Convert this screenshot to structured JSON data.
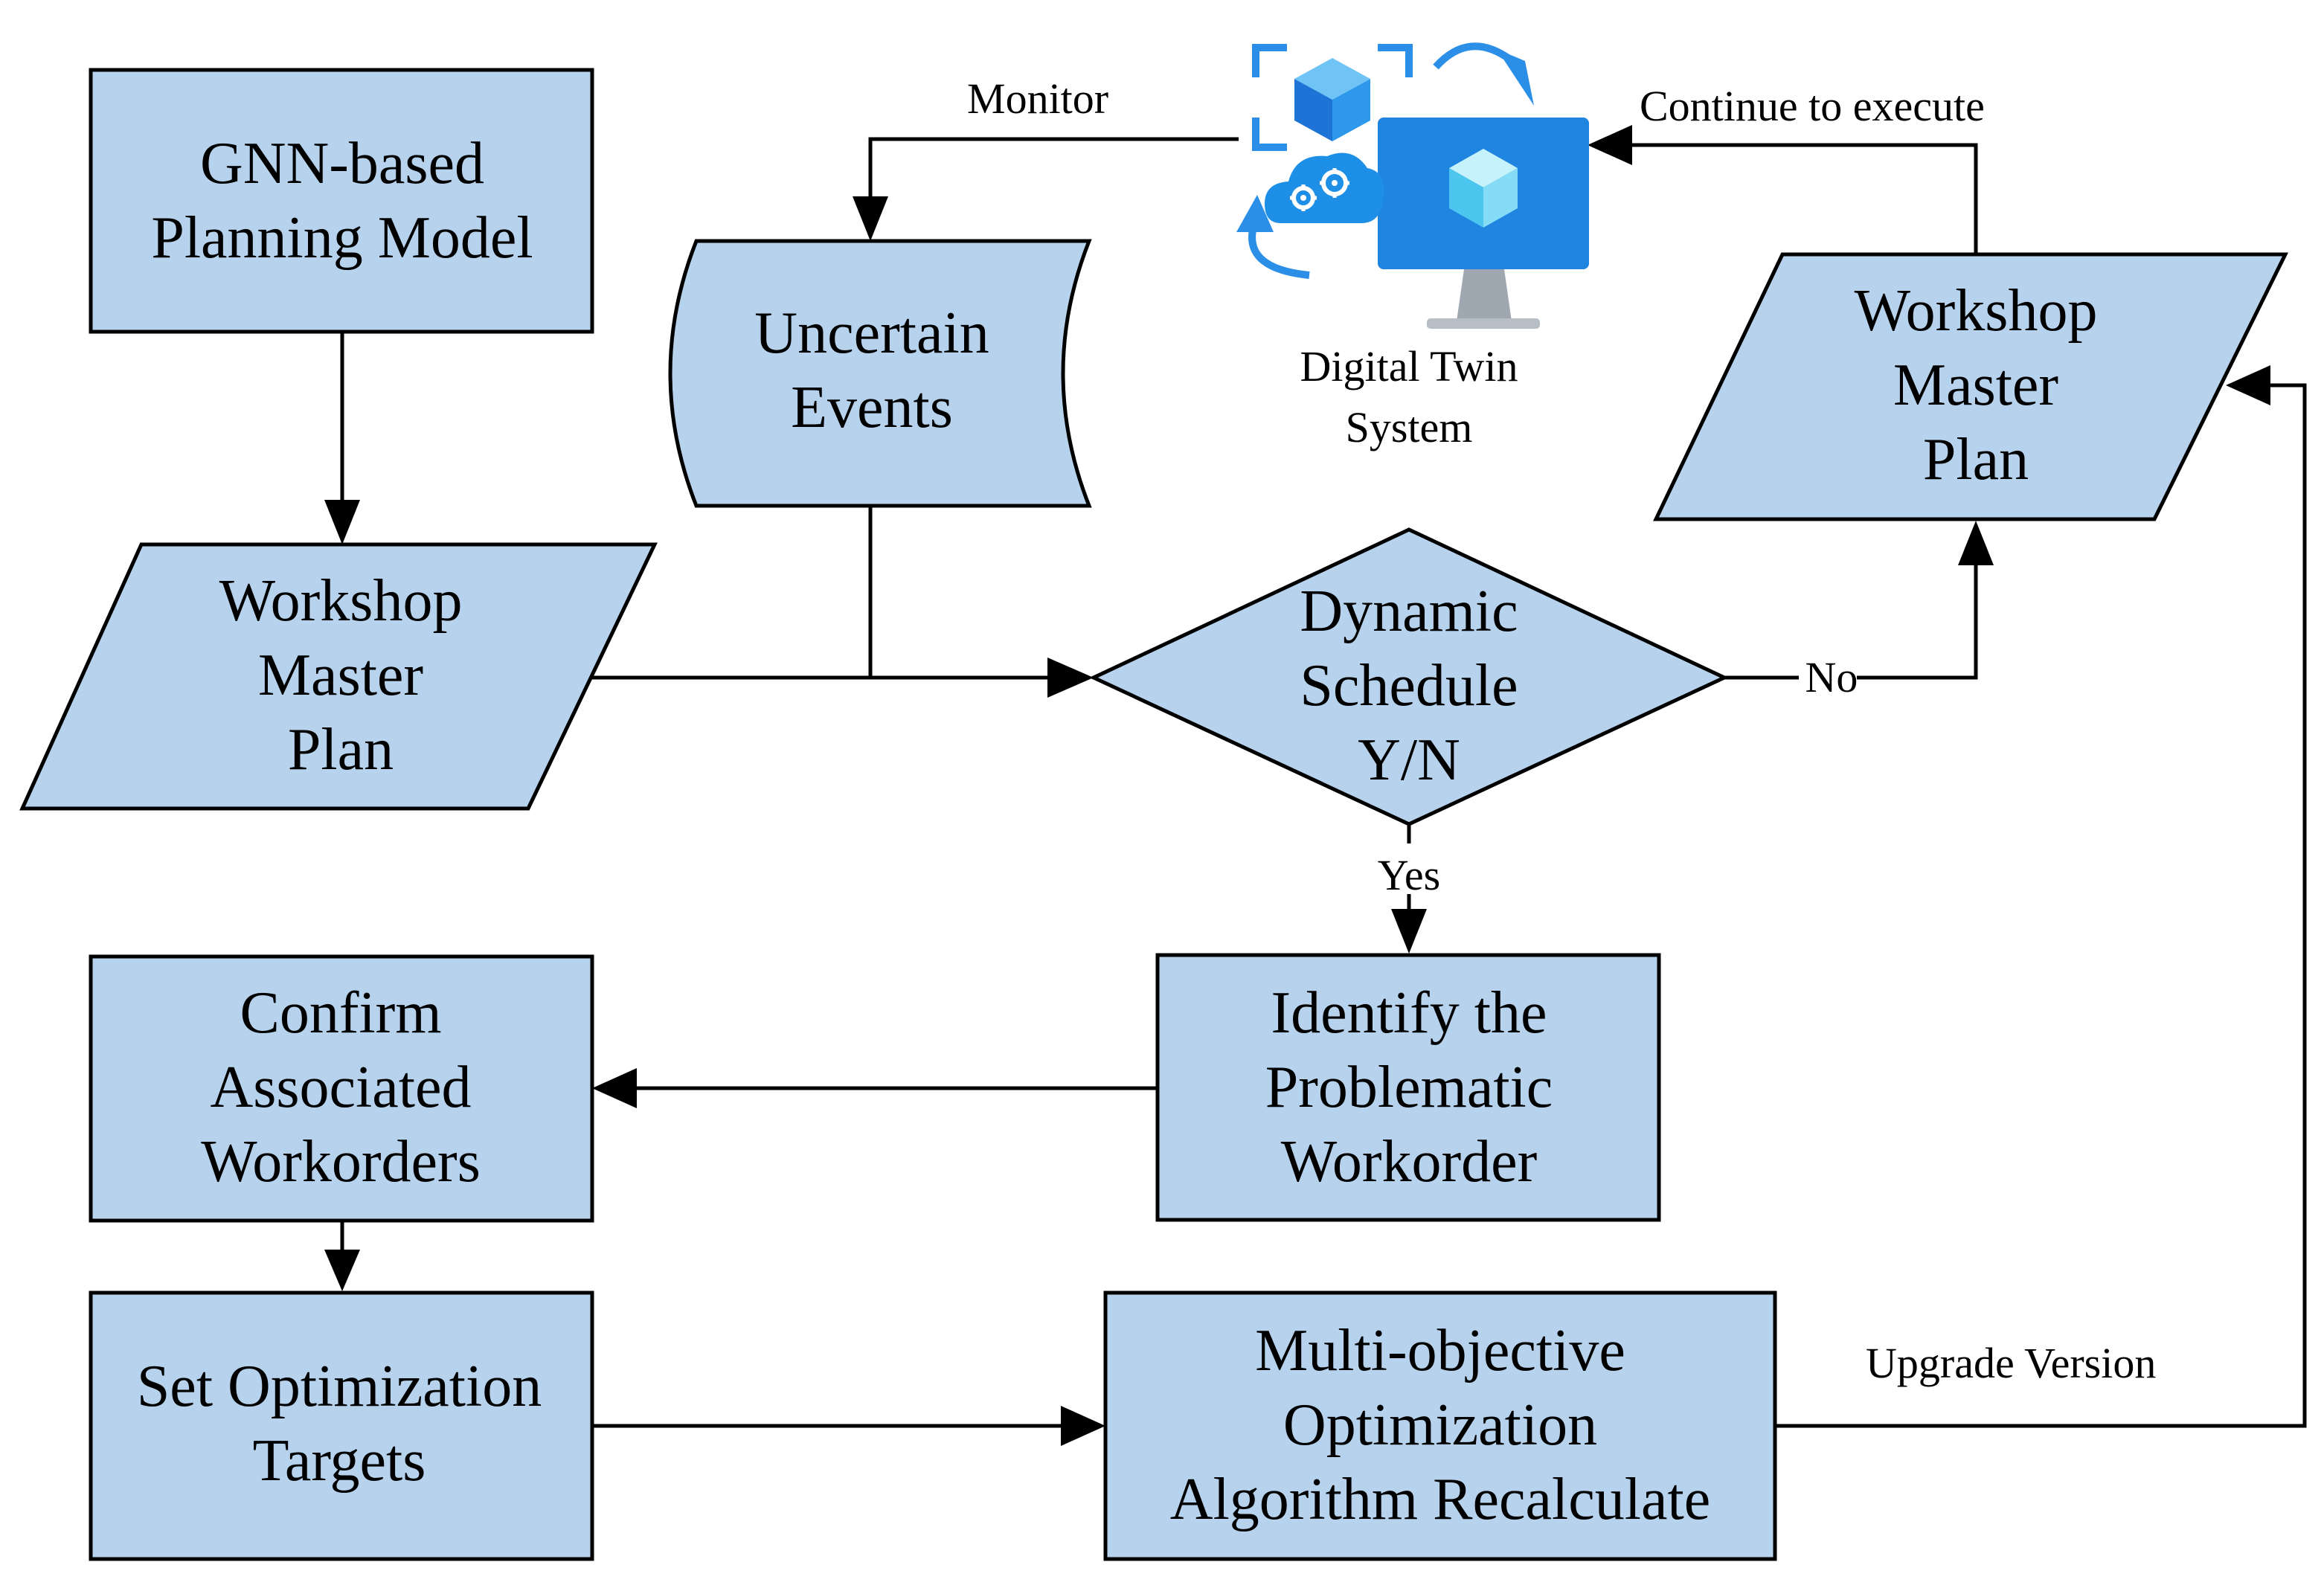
{
  "nodes": {
    "gnn_model": {
      "lines": [
        "GNN-based",
        "Planning Model"
      ]
    },
    "master_plan_left": {
      "lines": [
        "Workshop",
        "Master",
        "Plan"
      ]
    },
    "uncertain_events": {
      "lines": [
        "Uncertain",
        "Events"
      ]
    },
    "decision": {
      "lines": [
        "Dynamic",
        "Schedule",
        "Y/N"
      ]
    },
    "master_plan_right": {
      "lines": [
        "Workshop",
        "Master",
        "Plan"
      ]
    },
    "digital_twin": {
      "lines": [
        "Digital Twin",
        "System"
      ],
      "icon": "digital-twin-icon"
    },
    "identify": {
      "lines": [
        "Identify the",
        "Problematic",
        "Workorder"
      ]
    },
    "confirm": {
      "lines": [
        "Confirm",
        "Associated",
        "Workorders"
      ]
    },
    "set_targets": {
      "lines": [
        "Set Optimization",
        "Targets"
      ]
    },
    "recalculate": {
      "lines": [
        "Multi-objective",
        "Optimization",
        "Algorithm Recalculate"
      ]
    }
  },
  "edges": {
    "monitor": "Monitor",
    "continue": "Continue to execute",
    "no": "No",
    "yes": "Yes",
    "upgrade": "Upgrade Version"
  },
  "colors": {
    "shape_fill": "#b7d2ec",
    "icon_blue": "#1e8fe6",
    "icon_blue_dark": "#0f6fd1",
    "icon_cyan": "#6fd3f5"
  }
}
